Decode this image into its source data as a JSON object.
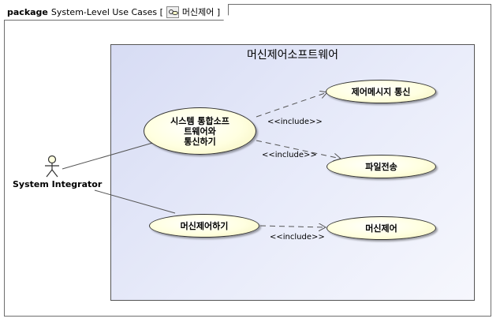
{
  "frame": {
    "keyword": "package",
    "name": "System-Level Use Cases [",
    "diagram_name": "머신제어 ]"
  },
  "subject": {
    "title": "머신제어소프트웨어"
  },
  "actor": {
    "name": "System Integrator"
  },
  "use_cases": {
    "integration": "시스템 통합소프\n트웨어와\n통신하기",
    "control": "머신제어하기",
    "send_message": "제어메시지 통신",
    "file_transfer": "파일전송",
    "machine_control": "머신제어"
  },
  "relations": {
    "include_1": "<<include>>",
    "include_2": "<<include>>",
    "include_3": "<<include>>"
  },
  "colors": {
    "use_case_fill": "#ffffe0",
    "subject_fill": "#dde1f6",
    "line": "#555555"
  }
}
